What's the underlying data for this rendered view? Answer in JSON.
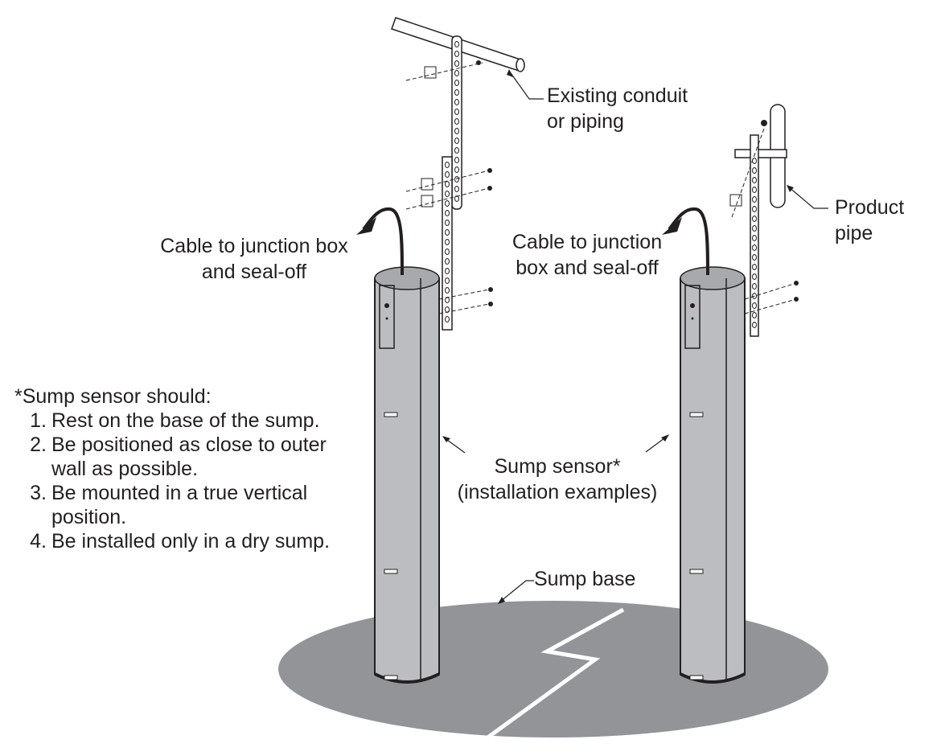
{
  "figure": {
    "colors": {
      "sensor_fill": "#bcbdc0",
      "base_fill": "#929497",
      "line": "#231f20",
      "background": "#ffffff"
    },
    "labels": {
      "conduit": [
        "Existing conduit",
        "or piping"
      ],
      "product_pipe": [
        "Product",
        "pipe"
      ],
      "cable_left": [
        "Cable to junction box",
        "and seal-off"
      ],
      "cable_right": [
        "Cable to junction",
        "box and seal-off"
      ],
      "sensor": [
        "Sump sensor*",
        "(installation examples)"
      ],
      "sump_base": "Sump base"
    },
    "note": {
      "heading": "*Sump sensor should:",
      "items": [
        {
          "num": "1.",
          "text": "Rest on the base of the sump."
        },
        {
          "num": "2.",
          "text": "Be positioned as close to outer\nwall as possible."
        },
        {
          "num": "3.",
          "text": "Be mounted in a true vertical\nposition."
        },
        {
          "num": "4.",
          "text": "Be installed only in a dry sump."
        }
      ]
    }
  }
}
